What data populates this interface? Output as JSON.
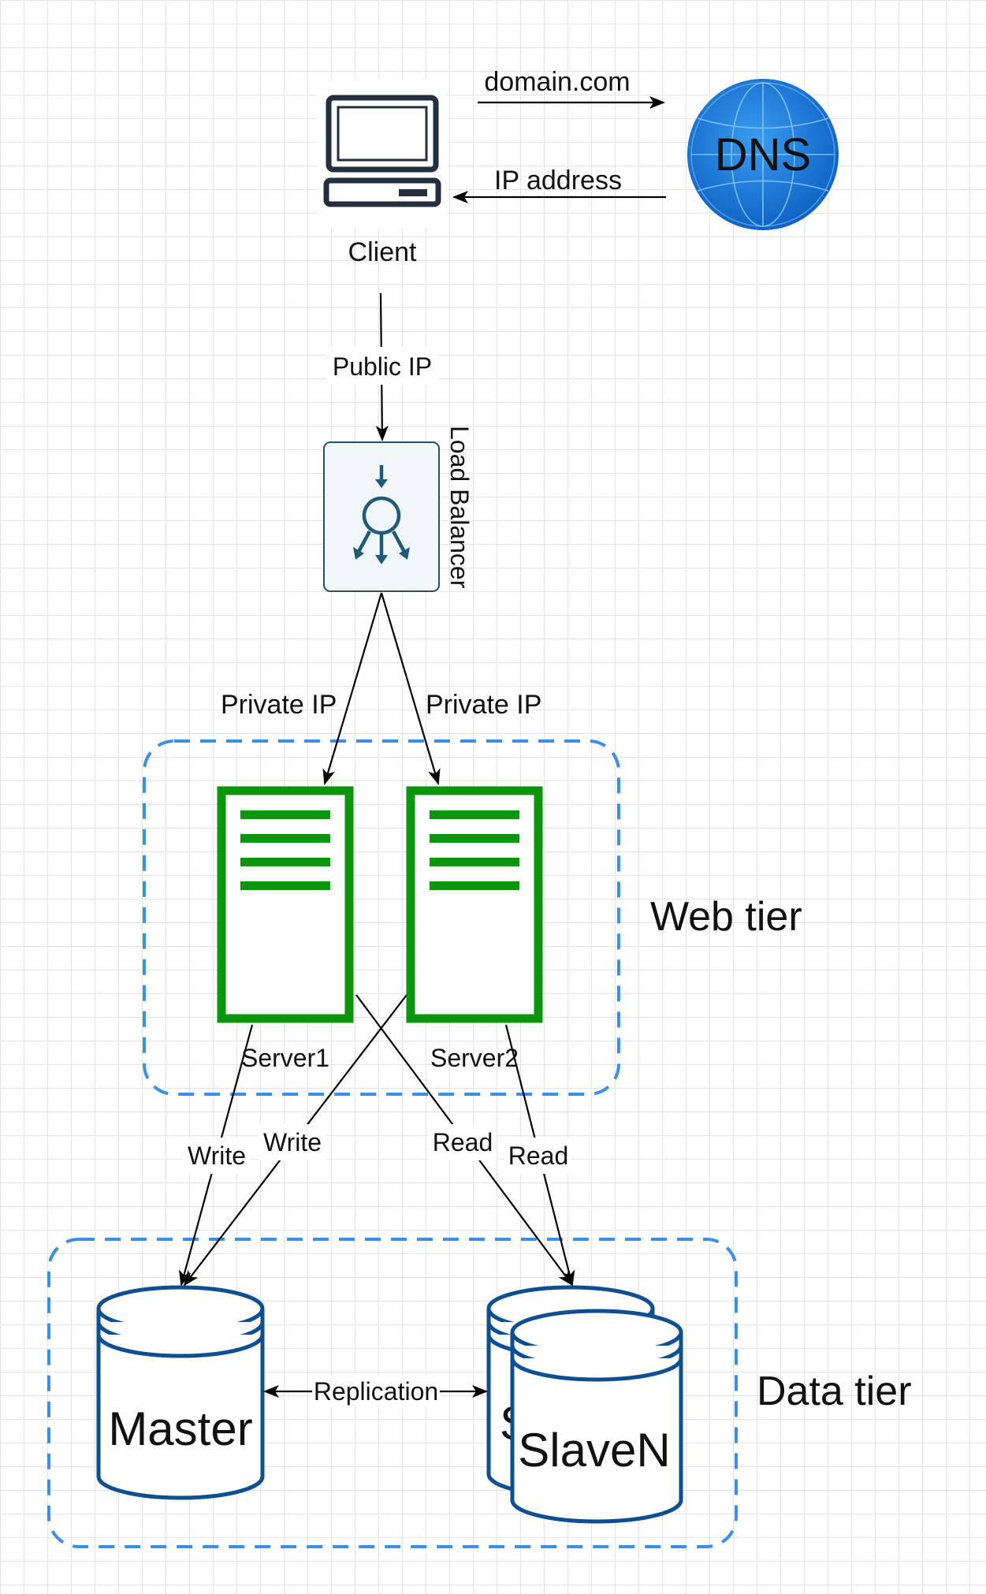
{
  "nodes": {
    "client": "Client",
    "dns": "DNS",
    "load_balancer": "Load Balancer",
    "server1": "Server1",
    "server2": "Server2",
    "master": "Master",
    "slave_back": "S",
    "slave_front": "SlaveN"
  },
  "edges": {
    "domain": "domain.com",
    "ip_address": "IP address",
    "public_ip": "Public IP",
    "private_ip_left": "Private IP",
    "private_ip_right": "Private IP",
    "write_left": "Write",
    "write_cross": "Write",
    "read_cross": "Read",
    "read_right": "Read",
    "replication": "Replication"
  },
  "groups": {
    "web_tier": "Web tier",
    "data_tier": "Data tier"
  },
  "colors": {
    "server": "#0a960a",
    "database": "#0e4f92",
    "tier_border": "#3b8fe6",
    "dns": "#1a73d6",
    "load_balancer": "#1f5a78"
  }
}
